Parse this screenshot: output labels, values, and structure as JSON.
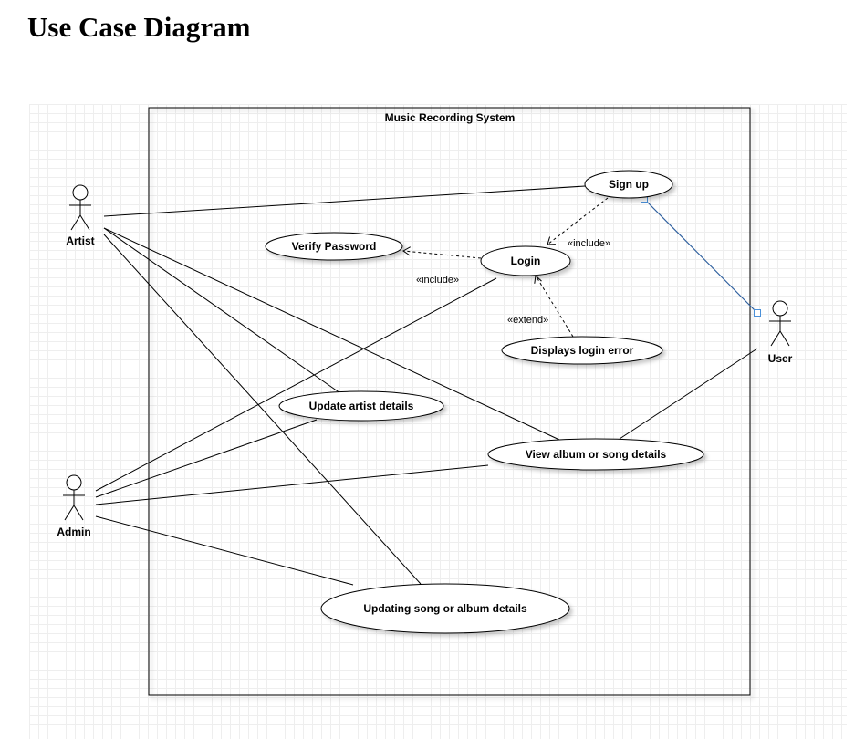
{
  "title": "Use Case Diagram",
  "system": {
    "name": "Music Recording System"
  },
  "actors": {
    "artist": "Artist",
    "admin": "Admin",
    "user": "User"
  },
  "use_cases": {
    "sign_up": "Sign up",
    "verify_password": "Verify Password",
    "login": "Login",
    "displays_login_error": "Displays login error",
    "update_artist_details": "Update artist details",
    "view_album_or_song_details": "View album or song details",
    "updating_song_or_album_details": "Updating song or album details"
  },
  "relations": {
    "include_signup_login": "«include»",
    "include_login_verify": "«include»",
    "extend_error_login": "«extend»"
  },
  "colors": {
    "selected_link": "#2e5f9e",
    "handle": "#4a90d9"
  }
}
